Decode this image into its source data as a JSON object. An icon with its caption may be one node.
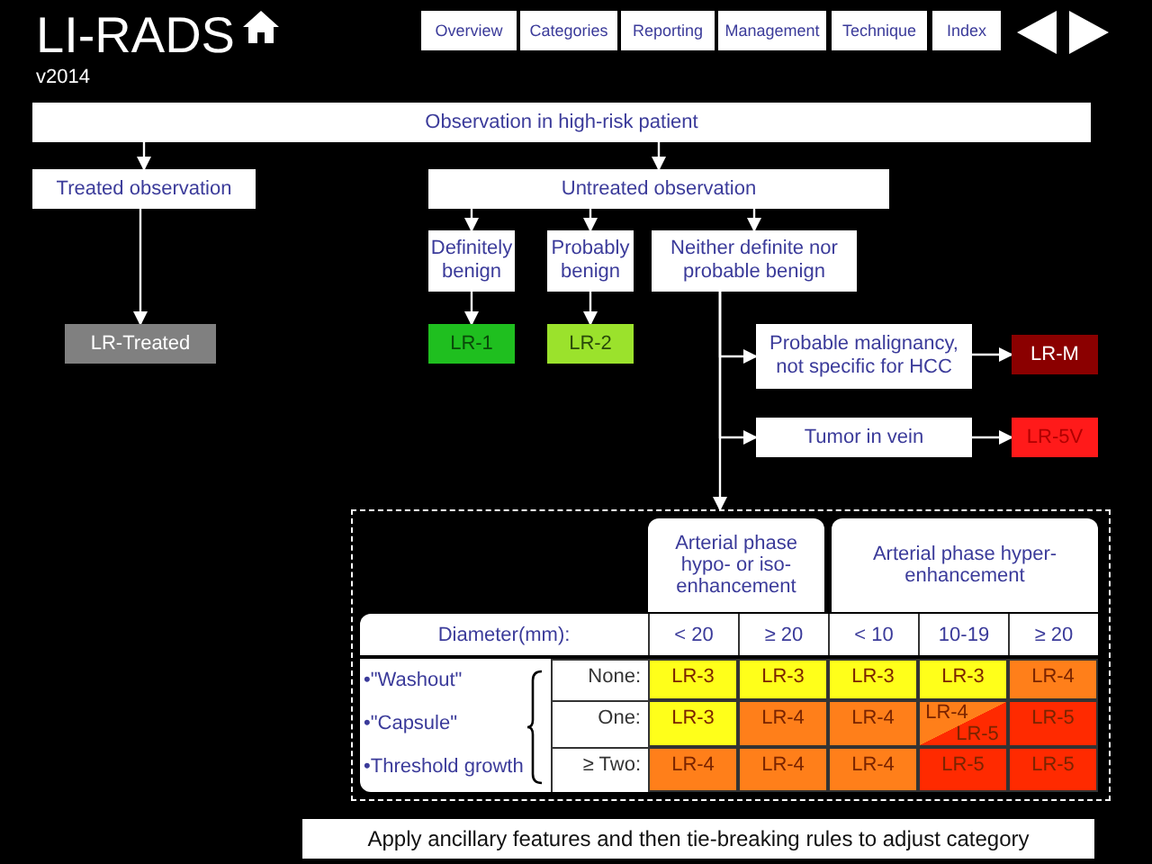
{
  "diagram": {
    "title": "LI-RADS",
    "nodes": [
      {
        "text": [
          "Observation in high-risk patient"
        ]
      },
      {
        "text": [
          "Treated observation"
        ]
      },
      {
        "text": [
          "Untreated observation"
        ]
      },
      {
        "text": [
          "LR-Treated"
        ]
      },
      {
        "text": [
          "Definitely benign"
        ]
      },
      {
        "text": [
          "Probably benign"
        ]
      },
      {
        "text": [
          "Neither definite nor probable benign"
        ]
      },
      {
        "text": [
          "LR-1"
        ]
      },
      {
        "text": [
          "LR-2"
        ]
      },
      {
        "text": [
          "Probable malignancy, not specific for HCC"
        ]
      },
      {
        "text": [
          "LR-M"
        ]
      },
      {
        "text": [
          "Tumor in vein"
        ]
      },
      {
        "text": [
          "LR-5V"
        ]
      },
      {
        "text": [],
        "shape": "box"
      }
    ],
    "edges": [
      {
        "from": 0,
        "to": 1,
        "arrow": "to"
      },
      {
        "from": 0,
        "to": 2,
        "arrow": "to"
      },
      {
        "from": 1,
        "to": 3,
        "arrow": "to"
      },
      {
        "from": 2,
        "to": 4,
        "arrow": "to"
      },
      {
        "from": 2,
        "to": 5,
        "arrow": "to"
      },
      {
        "from": 2,
        "to": 6,
        "arrow": "to"
      },
      {
        "from": 4,
        "to": 7,
        "arrow": "to"
      },
      {
        "from": 5,
        "to": 8,
        "arrow": "to"
      },
      {
        "from": 6,
        "to": 9,
        "arrow": "to"
      },
      {
        "from": 6,
        "to": 11,
        "arrow": "to"
      },
      {
        "from": 6,
        "to": 13,
        "arrow": "to"
      },
      {
        "from": 9,
        "to": 10,
        "arrow": "to"
      },
      {
        "from": 11,
        "to": 12,
        "arrow": "to"
      }
    ],
    "labels": [
      "v2014",
      "Overview",
      "Categories",
      "Reporting",
      "Management",
      "Technique",
      "Index",
      "Arterial phase hypo- or iso-enhancement",
      "Arterial phase hyper-enhancement",
      "Diameter(mm):",
      "< 20",
      "≥ 20",
      "< 10",
      "10-19",
      "≥ 20",
      "•\"Washout\"",
      "•\"Capsule\"",
      "•Threshold growth",
      "None:",
      "LR-3",
      "LR-3",
      "LR-3",
      "LR-3",
      "LR-4",
      "One:",
      "LR-3",
      "LR-4",
      "LR-4",
      "LR-4",
      "LR-5",
      "LR-5",
      "≥ Two:",
      "LR-4",
      "LR-4",
      "LR-4",
      "LR-5",
      "LR-5",
      "Apply ancillary features and then tie-breaking rules to adjust category"
    ]
  }
}
